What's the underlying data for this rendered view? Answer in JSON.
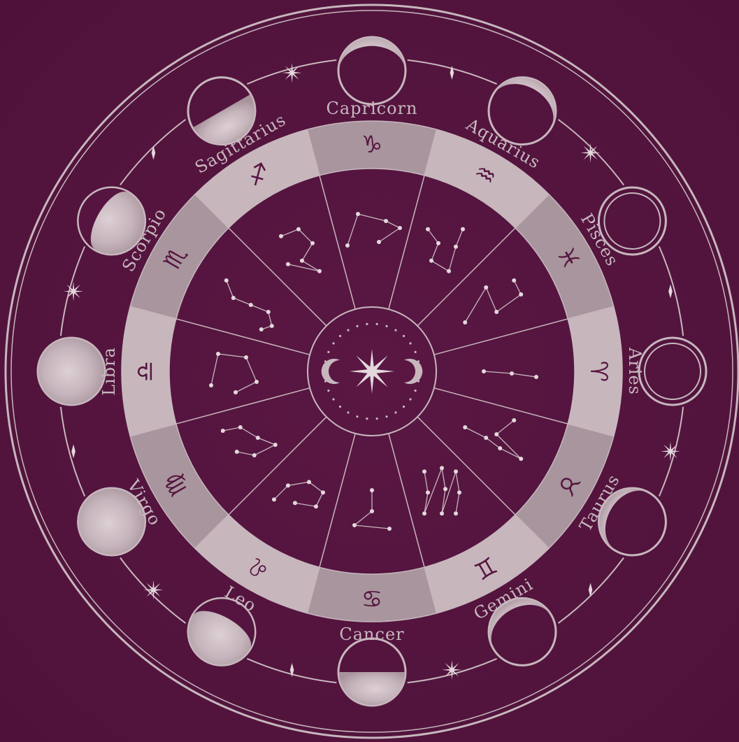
{
  "colors": {
    "background": "#561540",
    "silver": "#c7b7bd",
    "silver_light": "#e3d8dc",
    "silver_dark": "#a9959d"
  },
  "signs": [
    {
      "name": "Aries",
      "glyph": "♈︎",
      "mid_deg": 0,
      "constellation": "aries"
    },
    {
      "name": "Taurus",
      "glyph": "♉︎",
      "mid_deg": 30,
      "constellation": "taurus"
    },
    {
      "name": "Gemini",
      "glyph": "♊︎",
      "mid_deg": 60,
      "constellation": "gemini"
    },
    {
      "name": "Cancer",
      "glyph": "♋︎",
      "mid_deg": 90,
      "constellation": "cancer"
    },
    {
      "name": "Leo",
      "glyph": "♌︎",
      "mid_deg": 120,
      "constellation": "leo"
    },
    {
      "name": "Virgo",
      "glyph": "♍︎",
      "mid_deg": 150,
      "constellation": "virgo"
    },
    {
      "name": "Libra",
      "glyph": "♎︎",
      "mid_deg": 180,
      "constellation": "libra"
    },
    {
      "name": "Scorpio",
      "glyph": "♏︎",
      "mid_deg": 210,
      "constellation": "scorpio"
    },
    {
      "name": "Sagittarius",
      "glyph": "♐︎",
      "mid_deg": 240,
      "constellation": "sagittarius"
    },
    {
      "name": "Capricorn",
      "glyph": "♑︎",
      "mid_deg": 270,
      "constellation": "capricorn"
    },
    {
      "name": "Aquarius",
      "glyph": "♒︎",
      "mid_deg": 300,
      "constellation": "aquarius"
    },
    {
      "name": "Pisces",
      "glyph": "♓︎",
      "mid_deg": 330,
      "constellation": "pisces"
    }
  ],
  "moon_phases": [
    "new-moon",
    "waxing-crescent",
    "waxing-crescent",
    "first-quarter",
    "waxing-gibbous",
    "full-moon",
    "full-moon",
    "waning-gibbous",
    "last-quarter",
    "waning-crescent",
    "waning-crescent",
    "new-moon"
  ],
  "center_emblem": [
    "crescent-left-icon",
    "sparkle-star-icon",
    "crescent-right-icon"
  ]
}
